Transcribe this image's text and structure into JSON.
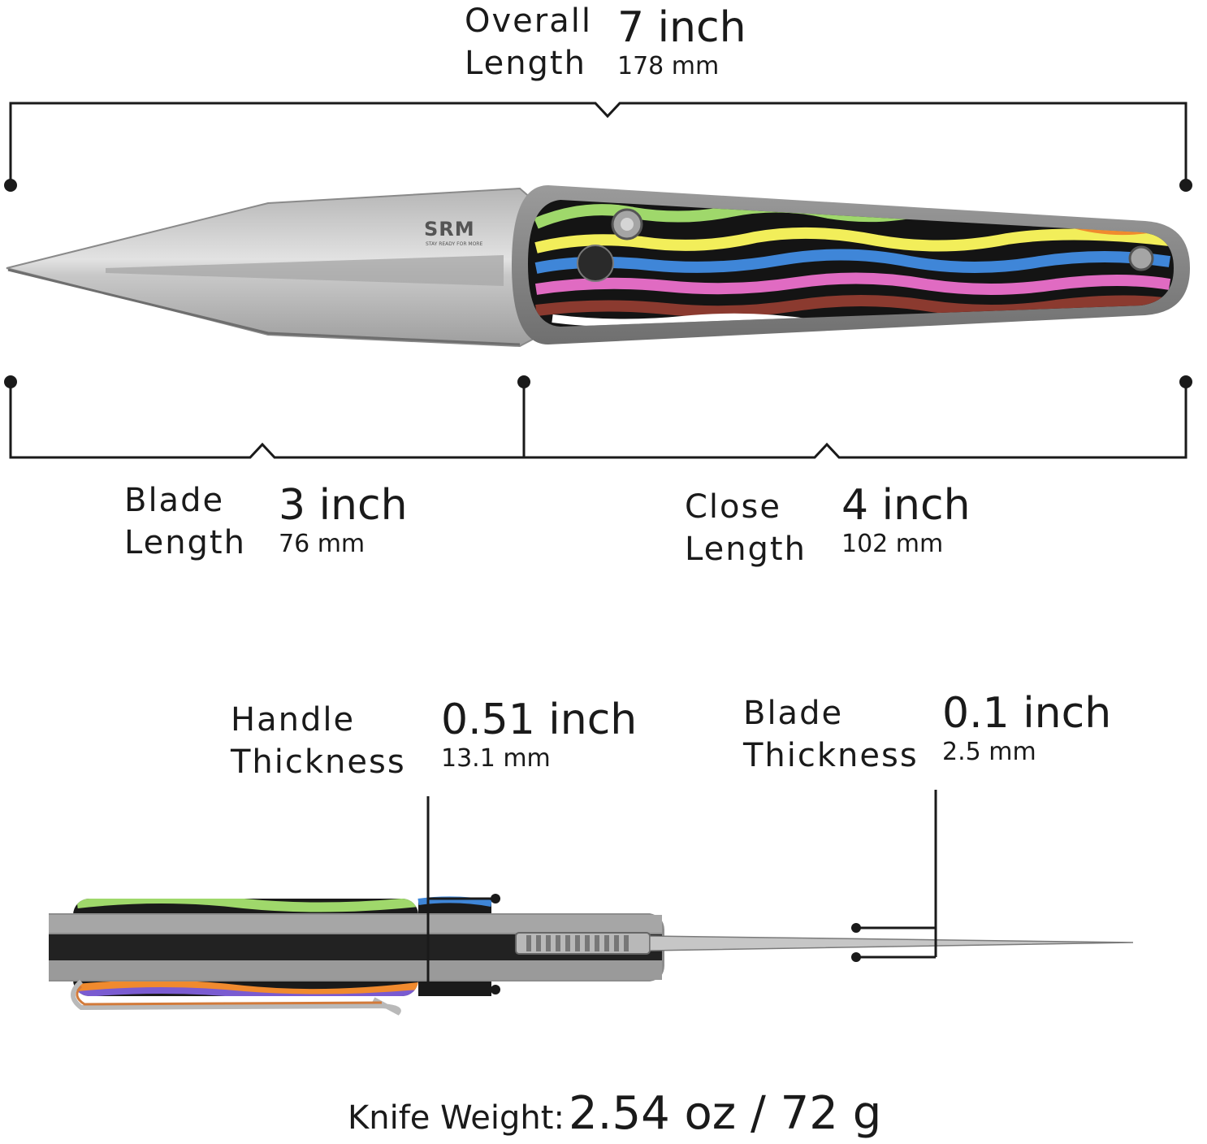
{
  "overall": {
    "label_line1": "Overall",
    "label_line2": "Length",
    "inch": "7 inch",
    "mm": "178 mm"
  },
  "blade_length": {
    "label_line1": "Blade",
    "label_line2": "Length",
    "inch": "3 inch",
    "mm": "76 mm"
  },
  "close_length": {
    "label_line1": "Close",
    "label_line2": "Length",
    "inch": "4 inch",
    "mm": "102 mm"
  },
  "handle_thickness": {
    "label_line1": "Handle",
    "label_line2": "Thickness",
    "inch": "0.51 inch",
    "mm": "13.1 mm"
  },
  "blade_thickness": {
    "label_line1": "Blade",
    "label_line2": "Thickness",
    "inch": "0.1 inch",
    "mm": "2.5 mm"
  },
  "weight": {
    "label": "Knife Weight:",
    "value": "2.54 oz / 72 g"
  },
  "brand": {
    "logo": "SRM",
    "tagline": "STAY READY FOR MORE"
  },
  "colors": {
    "ink": "#1a1a1a",
    "steel": "#c9c9c9",
    "frame": "#8a8a8a"
  }
}
